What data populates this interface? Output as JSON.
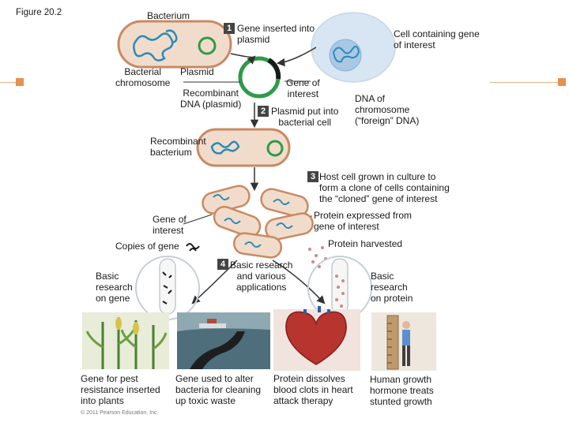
{
  "figure_label": "Figure 20.2",
  "labels": {
    "bacterium": "Bacterium",
    "step1": "1",
    "gene_inserted": [
      "Gene inserted into",
      "plasmid"
    ],
    "cell_containing": [
      "Cell containing gene",
      "of interest"
    ],
    "bacterial_chromosome": [
      "Bacterial",
      "chromosome"
    ],
    "plasmid": "Plasmid",
    "recombinant_dna": [
      "Recombinant",
      "DNA (plasmid)"
    ],
    "gene_of_interest_top": [
      "Gene of",
      "interest"
    ],
    "step2": "2",
    "plasmid_put": [
      "Plasmid put into",
      "bacterial cell"
    ],
    "dna_of_chromosome": [
      "DNA of",
      "chromosome",
      "(“foreign” DNA)"
    ],
    "recombinant_bacterium": [
      "Recombinant",
      "bacterium"
    ],
    "step3": "3",
    "host_cell_grown": [
      "Host cell grown in culture to",
      "form a clone of cells containing",
      "the “cloned” gene of interest"
    ],
    "gene_of_interest_mid": [
      "Gene of",
      "interest"
    ],
    "protein_expressed": [
      "Protein expressed from",
      "gene of interest"
    ],
    "copies_of_gene": "Copies of gene",
    "protein_harvested": "Protein harvested",
    "step4": "4",
    "basic_research_apps": [
      "Basic research",
      "and various",
      "applications"
    ],
    "basic_research_gene": [
      "Basic",
      "research",
      "on gene"
    ],
    "basic_research_protein": [
      "Basic",
      "research",
      "on protein"
    ],
    "gene_pest": [
      "Gene for pest",
      "resistance inserted",
      "into plants"
    ],
    "gene_bacteria": [
      "Gene used to alter",
      "bacteria for cleaning",
      "up toxic waste"
    ],
    "protein_clots": [
      "Protein dissolves",
      "blood clots in heart",
      "attack therapy"
    ],
    "human_growth": [
      "Human growth",
      "hormone treats",
      "stunted growth"
    ],
    "copyright": "© 2011 Pearson Education, Inc."
  },
  "colors": {
    "cell_fill": "#f1dccb",
    "cell_wall": "#c98a63",
    "chromosome": "#2d8ab6",
    "plasmid": "#2f9a4a",
    "gene": "#1a1a1a",
    "foreign_cell": "#d7e6f2",
    "accent_orange": "#e6914f",
    "protein_dot": "#d2878a"
  },
  "icons": [
    "arrow-icon",
    "plasmid-icon",
    "test-tube-icon",
    "corn-plant-icon",
    "oil-spill-icon",
    "heart-icon",
    "growth-chart-icon"
  ]
}
